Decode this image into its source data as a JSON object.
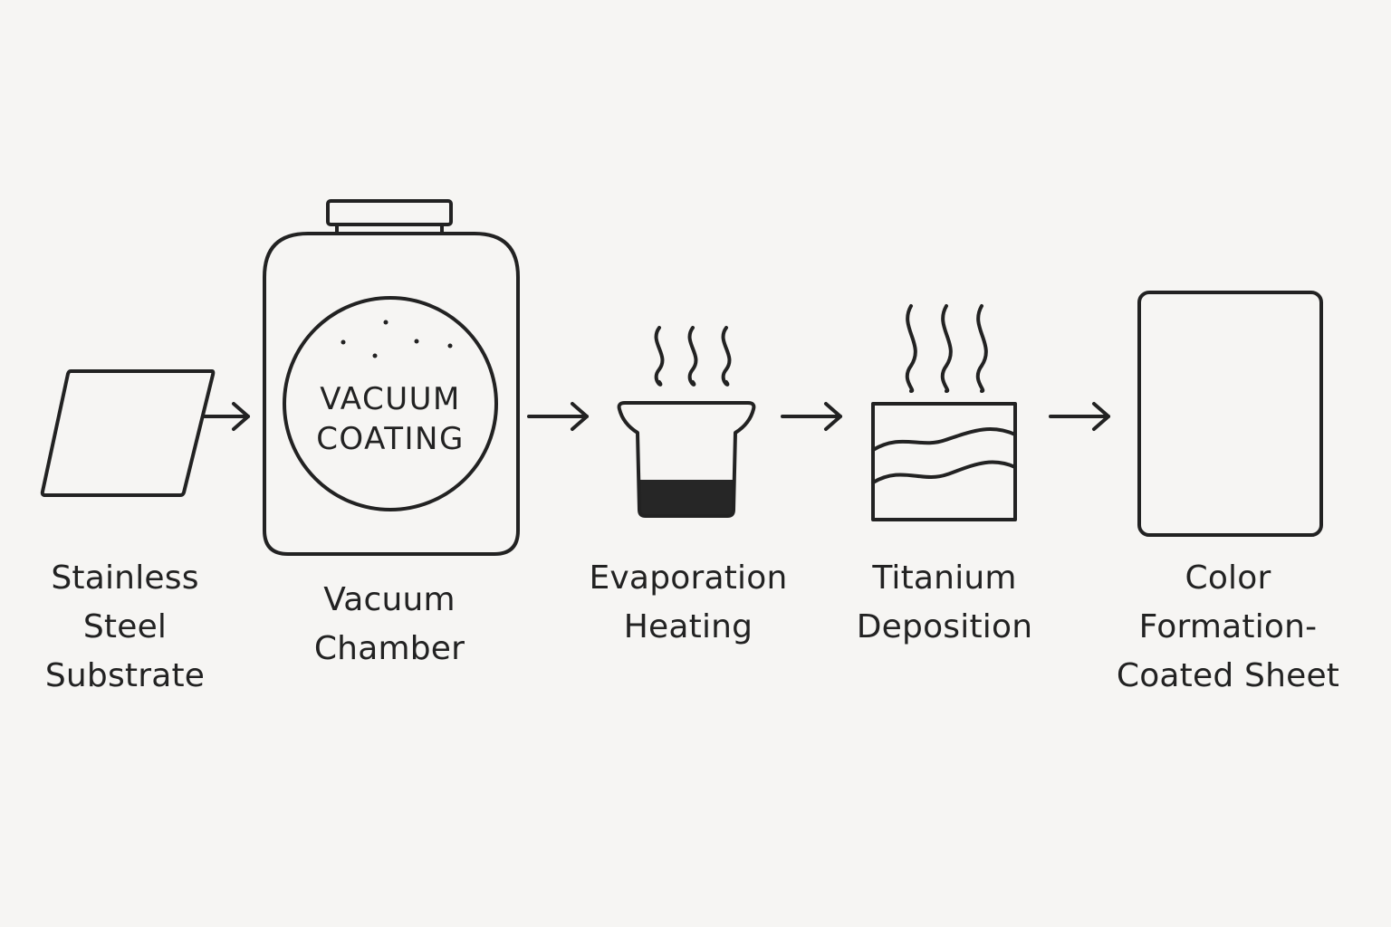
{
  "diagram": {
    "steps": [
      {
        "label_lines": [
          "Stainless",
          "Steel",
          "Substrate"
        ],
        "icon": "steel-plate-icon"
      },
      {
        "label_lines": [
          "Vacuum",
          "Chamber"
        ],
        "icon": "vacuum-chamber-icon",
        "inner_text_lines": [
          "VACUUM",
          "COATING"
        ]
      },
      {
        "label_lines": [
          "Evaporation",
          "Heating"
        ],
        "icon": "crucible-heating-icon"
      },
      {
        "label_lines": [
          "Titanium",
          "Deposition"
        ],
        "icon": "deposition-layer-icon"
      },
      {
        "label_lines": [
          "Color",
          "Formation-",
          "Coated Sheet"
        ],
        "icon": "coated-sheet-icon"
      }
    ],
    "connector_icon": "right-arrow-icon",
    "colors": {
      "background": "#f6f5f3",
      "line": "#222222",
      "steel_light": "#f4f2ec",
      "steel_dark": "#77736b"
    }
  }
}
